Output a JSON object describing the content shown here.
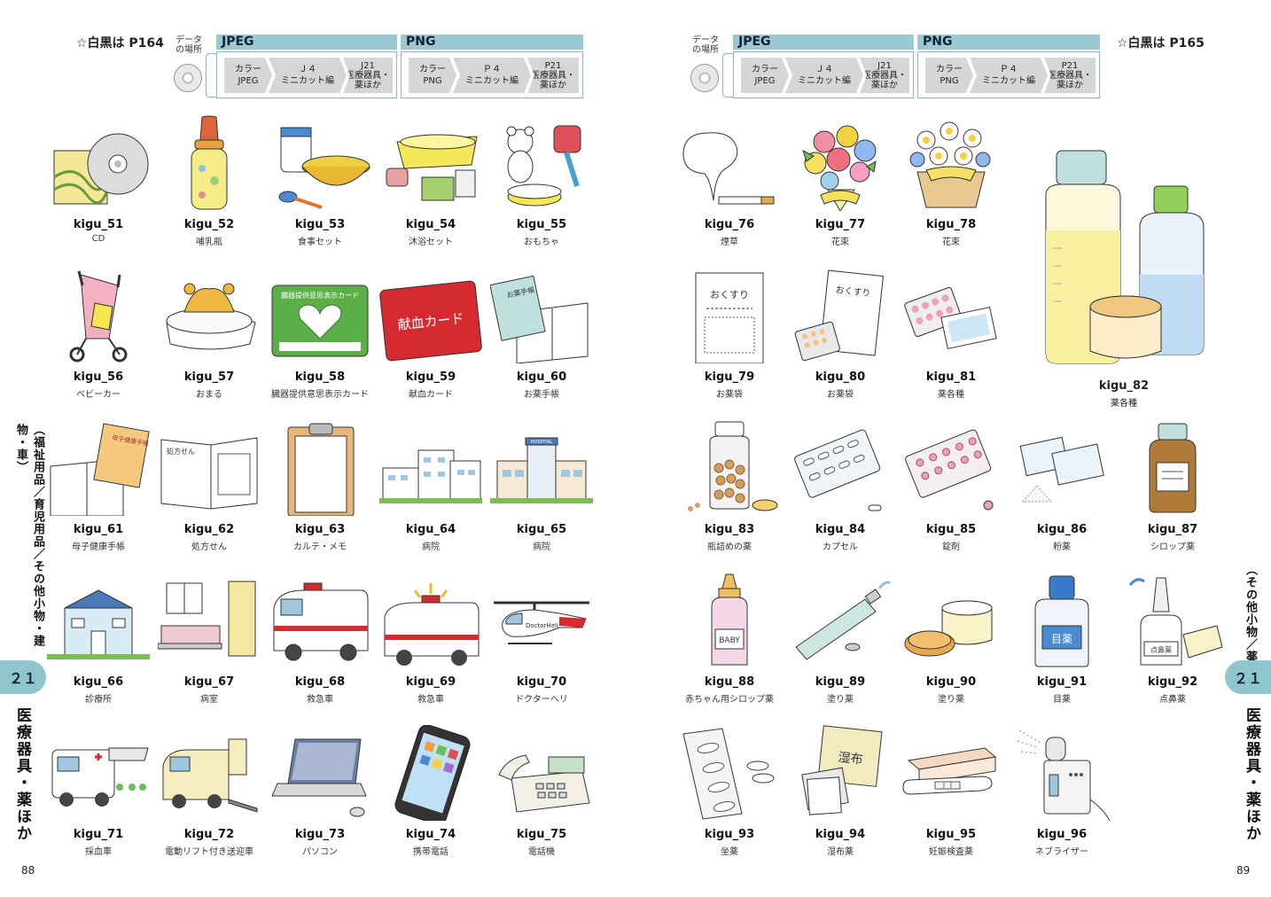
{
  "header": {
    "left_note": "☆白黒は P164",
    "right_note": "☆白黒は P165",
    "data_location": "データ\nの場所",
    "jpeg": {
      "title": "JPEG",
      "steps": [
        "カラー\nJPEG",
        "Ｊ４\nミニカット編",
        "J21\n医療器具・\n薬ほか"
      ]
    },
    "png": {
      "title": "PNG",
      "steps": [
        "カラー\nPNG",
        "Ｐ４\nミニカット編",
        "P21\n医療器具・\n薬ほか"
      ]
    }
  },
  "left_items": [
    {
      "code": "kigu_51",
      "name": "CD",
      "icon": "cd-icon"
    },
    {
      "code": "kigu_52",
      "name": "哺乳瓶",
      "icon": "baby-bottle-icon"
    },
    {
      "code": "kigu_53",
      "name": "食事セット",
      "icon": "meal-set-icon"
    },
    {
      "code": "kigu_54",
      "name": "沐浴セット",
      "icon": "bath-set-icon"
    },
    {
      "code": "kigu_55",
      "name": "おもちゃ",
      "icon": "toys-icon"
    },
    {
      "code": "kigu_56",
      "name": "ベビーカー",
      "icon": "stroller-icon"
    },
    {
      "code": "kigu_57",
      "name": "おまる",
      "icon": "potty-icon"
    },
    {
      "code": "kigu_58",
      "name": "臓器提供意思表示カード",
      "icon": "donor-card-icon",
      "label": "臓器提供意思表示カード"
    },
    {
      "code": "kigu_59",
      "name": "献血カード",
      "icon": "blood-card-icon",
      "label": "献血カード"
    },
    {
      "code": "kigu_60",
      "name": "お薬手帳",
      "icon": "medicine-notebook-icon",
      "label": "お薬手帳"
    },
    {
      "code": "kigu_61",
      "name": "母子健康手帳",
      "icon": "mother-child-handbook-icon",
      "label": "母子健康手帳"
    },
    {
      "code": "kigu_62",
      "name": "処方せん",
      "icon": "prescription-icon",
      "label": "処方せん"
    },
    {
      "code": "kigu_63",
      "name": "カルテ・メモ",
      "icon": "clipboard-icon"
    },
    {
      "code": "kigu_64",
      "name": "病院",
      "icon": "hospital-icon"
    },
    {
      "code": "kigu_65",
      "name": "病院",
      "icon": "hospital-2-icon",
      "label": "HOSPITAL"
    },
    {
      "code": "kigu_66",
      "name": "診療所",
      "icon": "clinic-icon"
    },
    {
      "code": "kigu_67",
      "name": "病室",
      "icon": "hospital-room-icon"
    },
    {
      "code": "kigu_68",
      "name": "救急車",
      "icon": "ambulance-icon"
    },
    {
      "code": "kigu_69",
      "name": "救急車",
      "icon": "ambulance-siren-icon"
    },
    {
      "code": "kigu_70",
      "name": "ドクターヘリ",
      "icon": "helicopter-icon",
      "label": "DoctorHeli"
    },
    {
      "code": "kigu_71",
      "name": "採血車",
      "icon": "blood-bus-icon"
    },
    {
      "code": "kigu_72",
      "name": "電動リフト付き送迎車",
      "icon": "lift-van-icon"
    },
    {
      "code": "kigu_73",
      "name": "パソコン",
      "icon": "laptop-icon"
    },
    {
      "code": "kigu_74",
      "name": "携帯電話",
      "icon": "smartphone-icon"
    },
    {
      "code": "kigu_75",
      "name": "電話機",
      "icon": "telephone-icon"
    }
  ],
  "right_items": [
    {
      "code": "kigu_76",
      "name": "煙草",
      "icon": "cigarette-icon"
    },
    {
      "code": "kigu_77",
      "name": "花束",
      "icon": "bouquet-icon"
    },
    {
      "code": "kigu_78",
      "name": "花束",
      "icon": "flower-basket-icon"
    },
    {
      "code": "kigu_79",
      "name": "お薬袋",
      "icon": "medicine-bag-icon",
      "label": "おくすり"
    },
    {
      "code": "kigu_80",
      "name": "お薬袋",
      "icon": "medicine-bag-2-icon",
      "label": "おくすり"
    },
    {
      "code": "kigu_81",
      "name": "薬各種",
      "icon": "blister-packs-icon"
    },
    {
      "code": "kigu_82",
      "name": "薬各種",
      "icon": "bottles-icon"
    },
    {
      "code": "kigu_83",
      "name": "瓶詰めの薬",
      "icon": "pill-jar-icon"
    },
    {
      "code": "kigu_84",
      "name": "カプセル",
      "icon": "capsule-pack-icon"
    },
    {
      "code": "kigu_85",
      "name": "錠剤",
      "icon": "tablet-pack-icon"
    },
    {
      "code": "kigu_86",
      "name": "粉薬",
      "icon": "powder-icon"
    },
    {
      "code": "kigu_87",
      "name": "シロップ薬",
      "icon": "syrup-icon"
    },
    {
      "code": "kigu_88",
      "name": "赤ちゃん用シロップ薬",
      "icon": "baby-syrup-icon",
      "label": "BABY"
    },
    {
      "code": "kigu_89",
      "name": "塗り薬",
      "icon": "ointment-tube-icon"
    },
    {
      "code": "kigu_90",
      "name": "塗り薬",
      "icon": "cream-jar-icon"
    },
    {
      "code": "kigu_91",
      "name": "目薬",
      "icon": "eye-drops-icon",
      "label": "目薬"
    },
    {
      "code": "kigu_92",
      "name": "点鼻薬",
      "icon": "nasal-spray-icon",
      "label": "点鼻薬"
    },
    {
      "code": "kigu_93",
      "name": "坐薬",
      "icon": "suppository-icon"
    },
    {
      "code": "kigu_94",
      "name": "湿布薬",
      "icon": "compress-icon",
      "label": "湿布"
    },
    {
      "code": "kigu_95",
      "name": "妊娠検査薬",
      "icon": "pregnancy-test-icon"
    },
    {
      "code": "kigu_96",
      "name": "ネブライザー",
      "icon": "nebulizer-icon"
    }
  ],
  "left_side": {
    "category": "（福祉用品／育児用品／その他小物・建物・車）",
    "chapter": "２１",
    "title": "医療器具・薬ほか",
    "page": "88"
  },
  "right_side": {
    "category": "（その他小物／薬）",
    "chapter": "２１",
    "title": "医療器具・薬ほか",
    "page": "89"
  },
  "colors": {
    "accent": "#8fc5cf",
    "header_bar": "#9cc8d2",
    "step_gray": "#d6d6d6"
  }
}
